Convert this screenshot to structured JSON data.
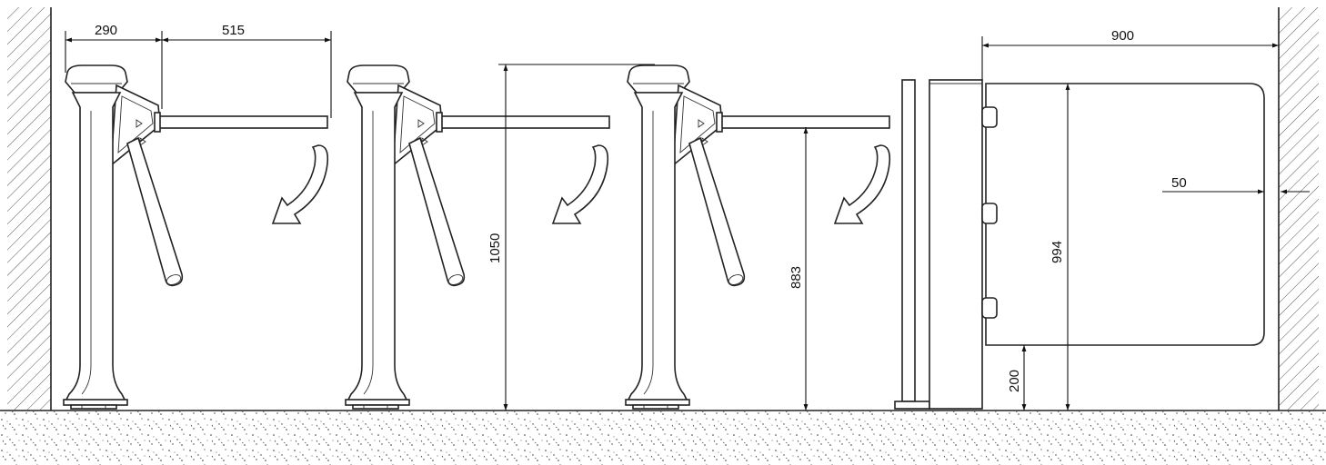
{
  "dimensions": {
    "tripod_width": "290",
    "arm_length": "515",
    "gate_width": "900",
    "tripod_height": "1050",
    "arm_height": "883",
    "gate_height": "994",
    "wall_gap": "50",
    "ground_clearance": "200"
  },
  "colors": {
    "line": "#222222",
    "background": "#ffffff"
  },
  "icons": [
    "rotation-arrow-icon",
    "arrowhead-icon"
  ]
}
